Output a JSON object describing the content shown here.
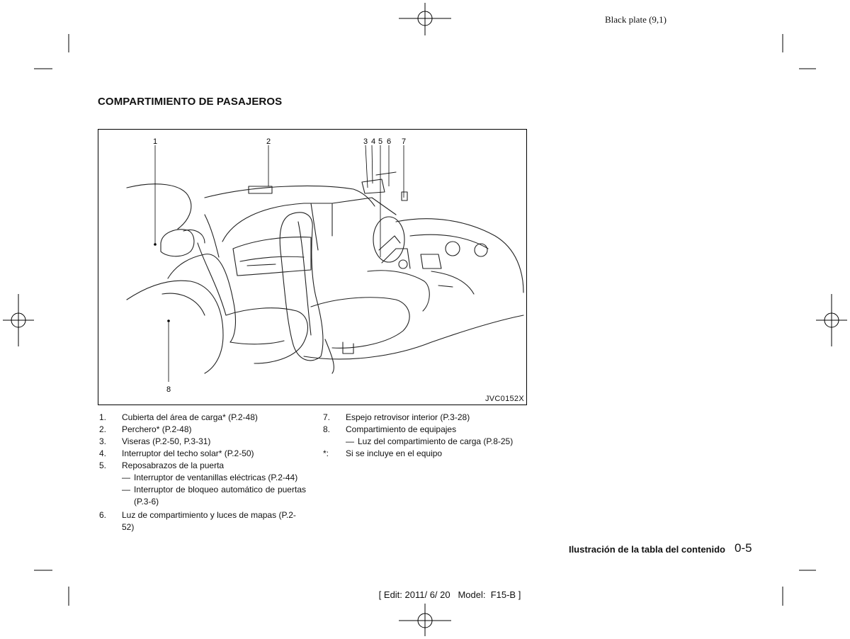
{
  "plate": "Black plate (9,1)",
  "section_title": "COMPARTIMIENTO DE PASAJEROS",
  "figure": {
    "code": "JVC0152X",
    "callouts": [
      "1",
      "2",
      "3",
      "4",
      "5",
      "6",
      "7",
      "8"
    ]
  },
  "legend_left": [
    {
      "num": "1.",
      "text": "Cubierta del área de carga* (P.2-48)"
    },
    {
      "num": "2.",
      "text": "Perchero* (P.2-48)"
    },
    {
      "num": "3.",
      "text": "Viseras (P.2-50, P.3-31)"
    },
    {
      "num": "4.",
      "text": "Interruptor del techo solar* (P.2-50)"
    },
    {
      "num": "5.",
      "text": "Reposabrazos de la puerta",
      "sub": [
        "Interruptor de ventanillas eléctricas (P.2-44)",
        "Interruptor de bloqueo automático de puertas (P.3-6)"
      ]
    },
    {
      "num": "6.",
      "text": "Luz de compartimiento y luces de mapas (P.2-52)"
    }
  ],
  "legend_right": [
    {
      "num": "7.",
      "text": "Espejo retrovisor interior (P.3-28)"
    },
    {
      "num": "8.",
      "text": "Compartimiento de equipajes",
      "sub": [
        "Luz del compartimiento de carga (P.8-25)"
      ]
    },
    {
      "num": "*:",
      "text": "Si se incluye en el equipo"
    }
  ],
  "sub_dash": "—",
  "footer_title": "Ilustración de la tabla del contenido",
  "page_number": "0-5",
  "edit_stamp": "[ Edit: 2011/ 6/ 20   Model:  F15-B ]"
}
